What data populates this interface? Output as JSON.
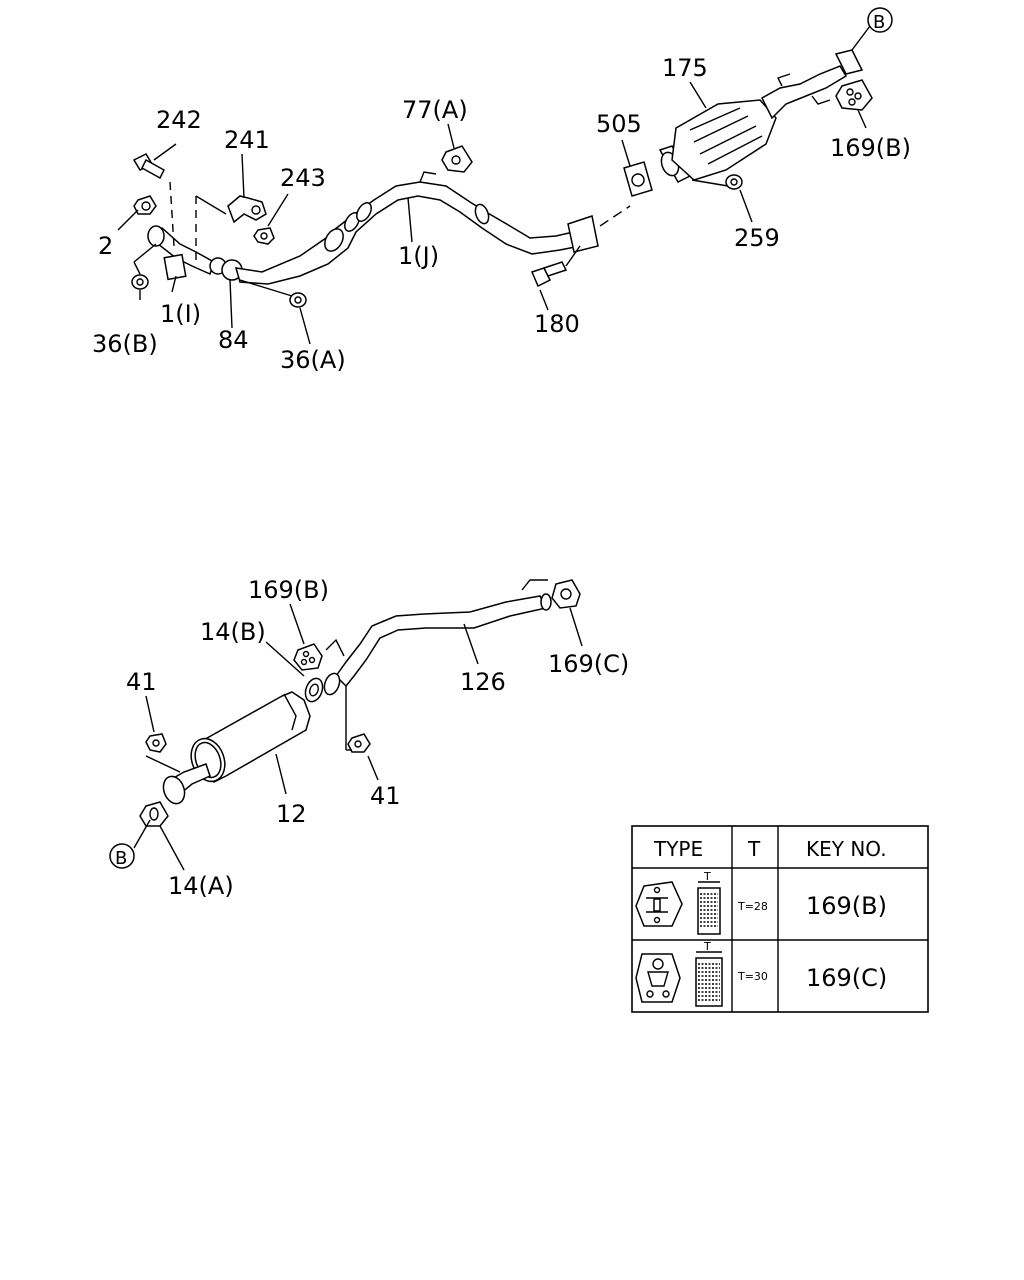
{
  "labels": {
    "l242": "242",
    "l241": "241",
    "l243": "243",
    "l2": "2",
    "l1i": "1(I)",
    "l84": "84",
    "l36b": "36(B)",
    "l36a": "36(A)",
    "l77a": "77(A)",
    "l1j": "1(J)",
    "l180": "180",
    "l505": "505",
    "l175": "175",
    "l259": "259",
    "l169b_top": "169(B)",
    "lB_top": "B",
    "l169b_mid": "169(B)",
    "l14b": "14(B)",
    "l41_left": "41",
    "l12": "12",
    "l41_right": "41",
    "l126": "126",
    "l169c": "169(C)",
    "lB_bottom": "B",
    "l14a": "14(A)"
  },
  "table": {
    "headers": {
      "type": "TYPE",
      "t": "T",
      "key": "KEY NO."
    },
    "rows": [
      {
        "t_value": "T=28",
        "t_symbol": "T",
        "key_no": "169(B)"
      },
      {
        "t_value": "T=30",
        "t_symbol": "T",
        "key_no": "169(C)"
      }
    ]
  }
}
